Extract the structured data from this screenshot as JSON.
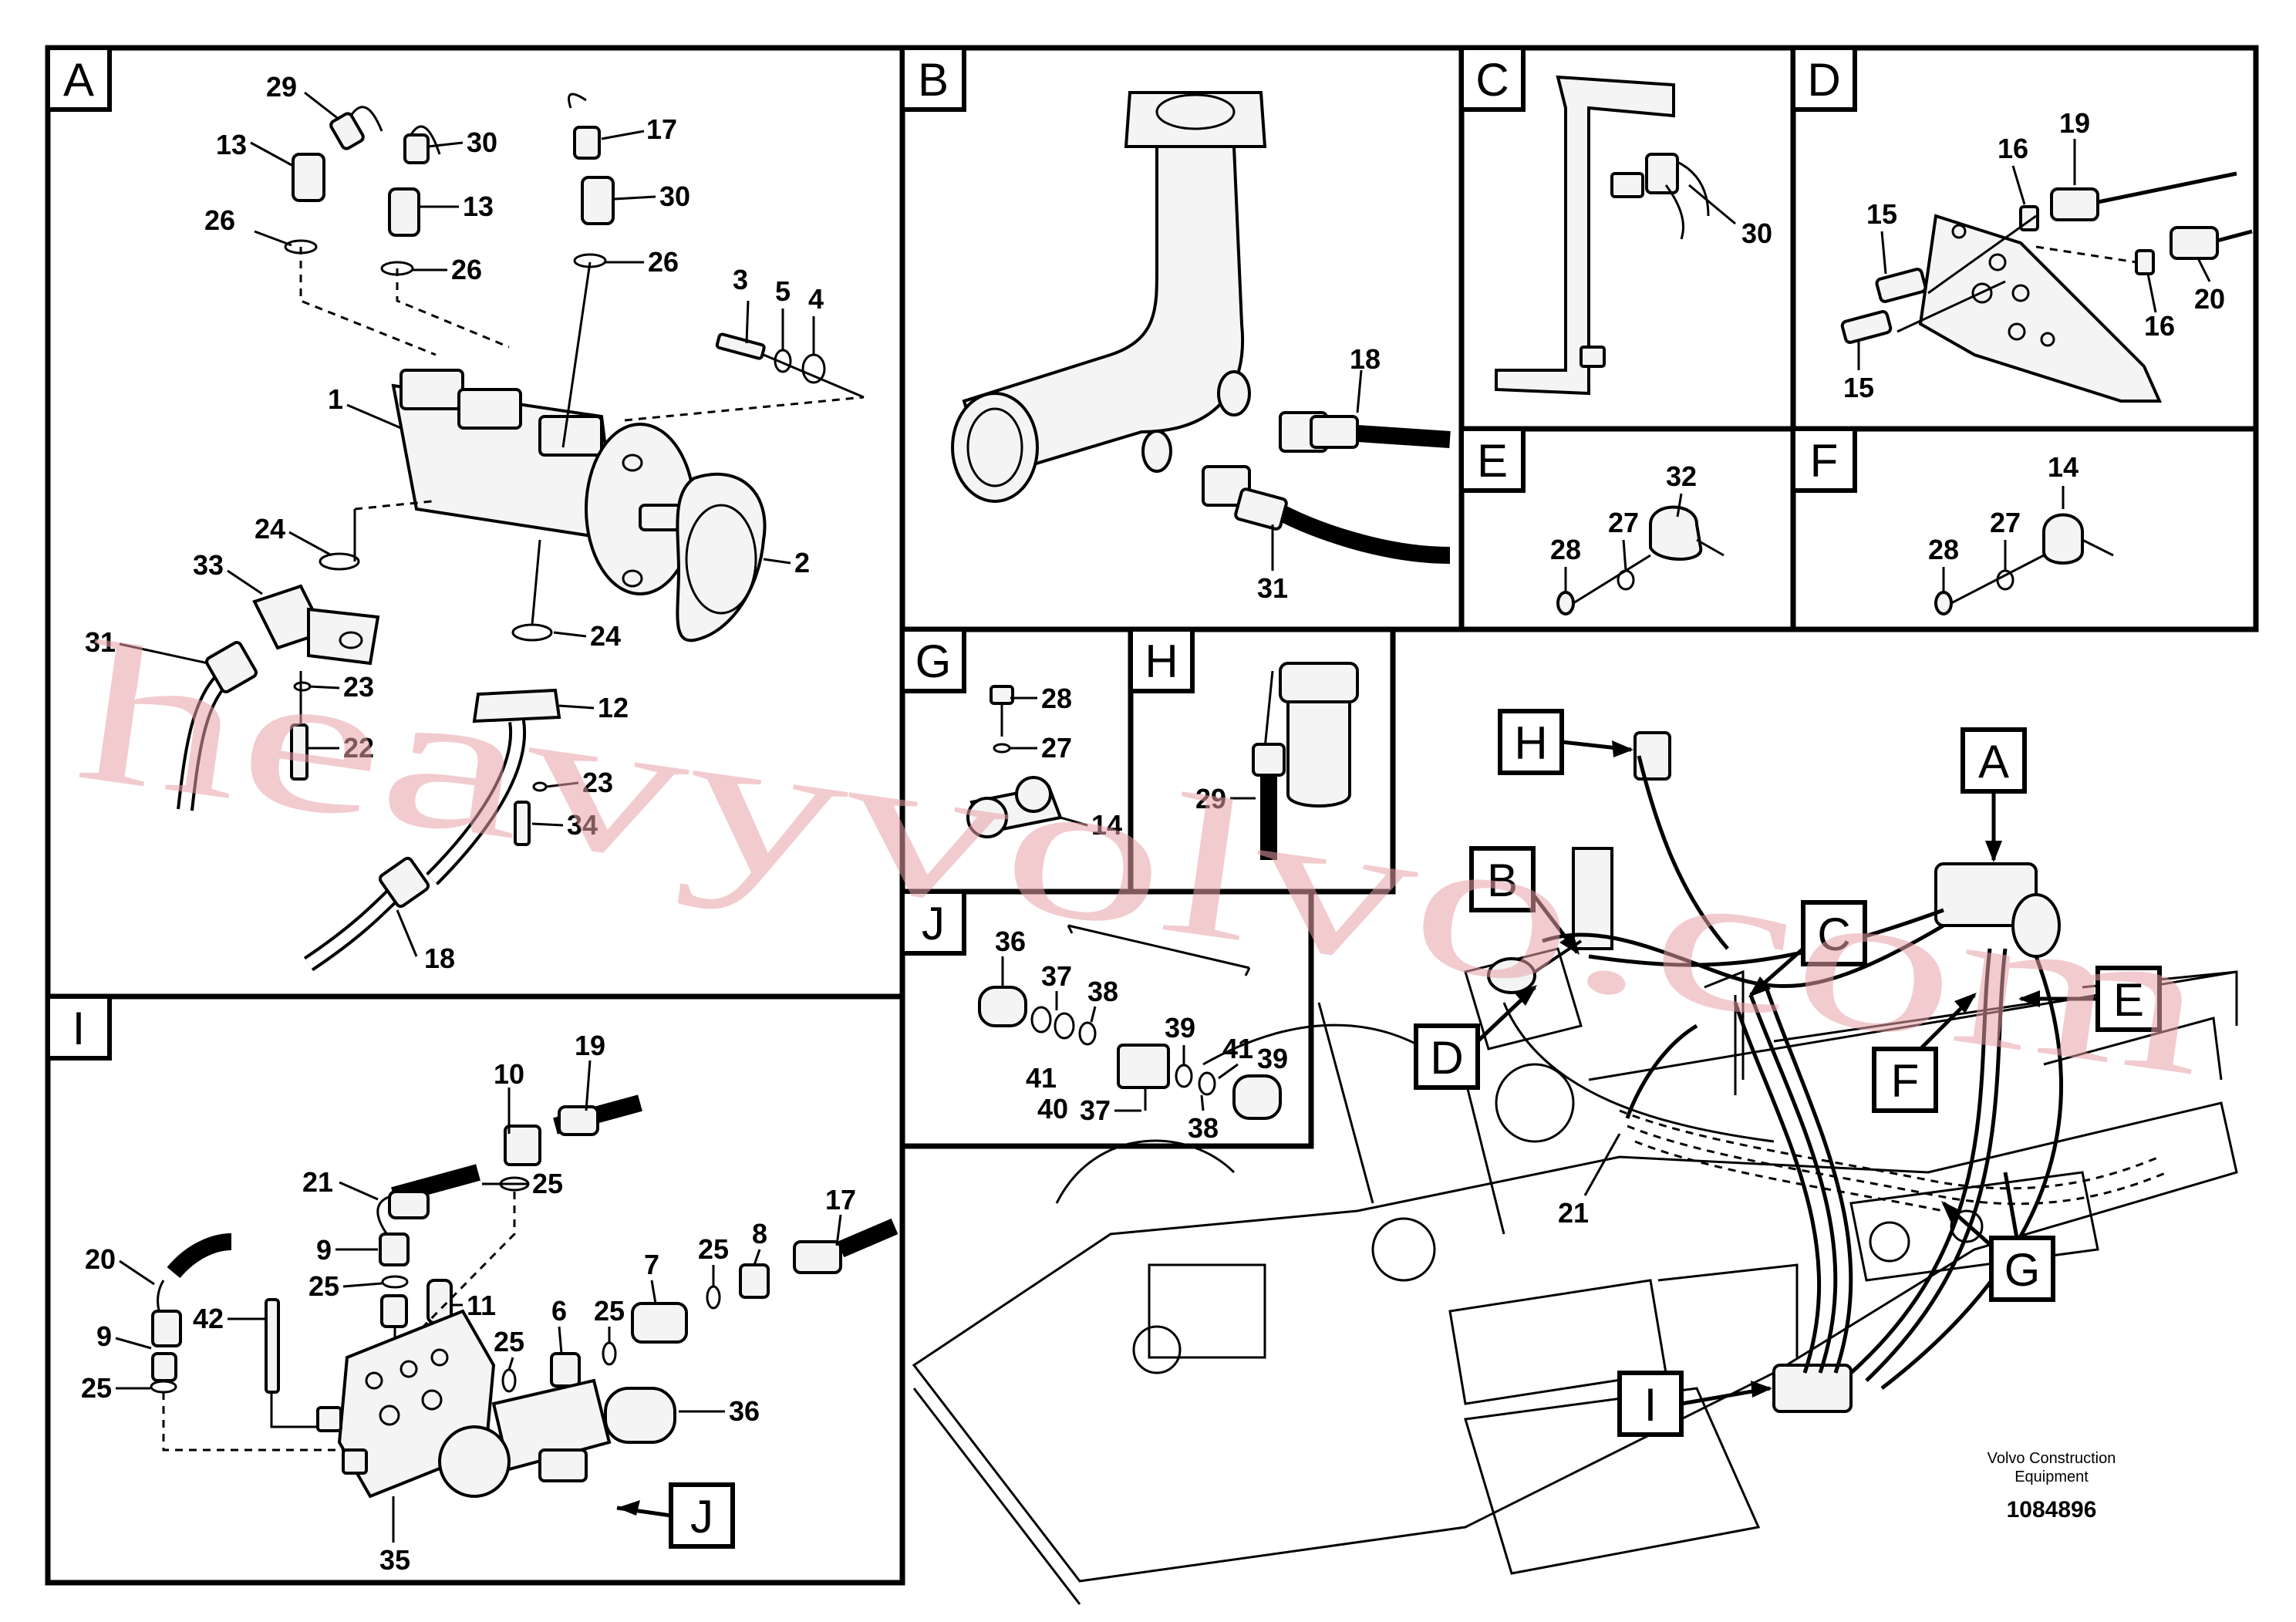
{
  "panels": {
    "A": {
      "tag": "A",
      "callouts": [
        "29",
        "13",
        "30",
        "26",
        "13",
        "26",
        "17",
        "30",
        "26",
        "3",
        "5",
        "4",
        "1",
        "2",
        "24",
        "33",
        "31",
        "23",
        "22",
        "24",
        "12",
        "23",
        "34",
        "18"
      ]
    },
    "B": {
      "tag": "B",
      "callouts": [
        "18",
        "31"
      ]
    },
    "C": {
      "tag": "C",
      "callouts": [
        "30"
      ]
    },
    "D": {
      "tag": "D",
      "callouts": [
        "16",
        "19",
        "15",
        "16",
        "20",
        "15"
      ]
    },
    "E": {
      "tag": "E",
      "callouts": [
        "32",
        "28",
        "27"
      ]
    },
    "F": {
      "tag": "F",
      "callouts": [
        "14",
        "28",
        "27"
      ]
    },
    "G": {
      "tag": "G",
      "callouts": [
        "28",
        "27",
        "14"
      ]
    },
    "H": {
      "tag": "H",
      "callouts": [
        "29"
      ]
    },
    "I": {
      "tag": "I",
      "callouts": [
        "10",
        "19",
        "21",
        "25",
        "20",
        "9",
        "25",
        "11",
        "9",
        "42",
        "17",
        "25",
        "8",
        "25",
        "7",
        "25",
        "6",
        "25",
        "36",
        "35"
      ]
    },
    "J": {
      "tag": "J",
      "callouts": [
        "36",
        "37",
        "38",
        "41",
        "39",
        "41",
        "39",
        "37",
        "40",
        "38"
      ]
    }
  },
  "overview": {
    "tags": [
      "H",
      "A",
      "B",
      "C",
      "E",
      "D",
      "F",
      "G",
      "I",
      "J"
    ],
    "callouts": [
      "21"
    ]
  },
  "brand": {
    "line1": "Volvo Construction",
    "line2": "Equipment"
  },
  "reference": "1084896",
  "watermark": "heavyvolvo.com",
  "colors": {
    "watermark": "#e8a0a8",
    "ink": "#000000",
    "paper": "#ffffff"
  }
}
